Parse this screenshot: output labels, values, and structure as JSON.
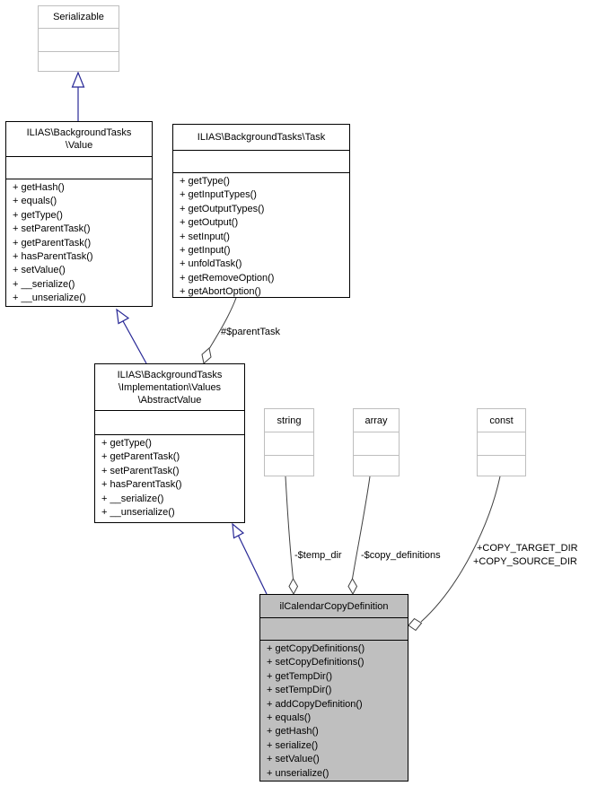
{
  "diagram": {
    "classes": {
      "serializable": {
        "title_lines": [
          "Serializable"
        ],
        "methods": []
      },
      "value": {
        "title_lines": [
          "ILIAS\\BackgroundTasks",
          "\\Value"
        ],
        "methods": [
          "+ getHash()",
          "+ equals()",
          "+ getType()",
          "+ setParentTask()",
          "+ getParentTask()",
          "+ hasParentTask()",
          "+ setValue()",
          "+ __serialize()",
          "+ __unserialize()"
        ]
      },
      "task": {
        "title_lines": [
          "ILIAS\\BackgroundTasks\\Task"
        ],
        "methods": [
          "+ getType()",
          "+ getInputTypes()",
          "+ getOutputTypes()",
          "+ getOutput()",
          "+ setInput()",
          "+ getInput()",
          "+ unfoldTask()",
          "+ getRemoveOption()",
          "+ getAbortOption()"
        ]
      },
      "abstract_value": {
        "title_lines": [
          "ILIAS\\BackgroundTasks",
          "\\Implementation\\Values",
          "\\AbstractValue"
        ],
        "methods": [
          "+ getType()",
          "+ getParentTask()",
          "+ setParentTask()",
          "+ hasParentTask()",
          "+ __serialize()",
          "+ __unserialize()"
        ]
      },
      "string": {
        "title_lines": [
          "string"
        ],
        "methods": []
      },
      "array": {
        "title_lines": [
          "array"
        ],
        "methods": []
      },
      "const": {
        "title_lines": [
          "const"
        ],
        "methods": []
      },
      "il_calendar_copy_definition": {
        "title_lines": [
          "ilCalendarCopyDefinition"
        ],
        "methods": [
          "+ getCopyDefinitions()",
          "+ setCopyDefinitions()",
          "+ getTempDir()",
          "+ setTempDir()",
          "+ addCopyDefinition()",
          "+ equals()",
          "+ getHash()",
          "+ serialize()",
          "+ setValue()",
          "+ unserialize()"
        ]
      }
    },
    "edge_labels": {
      "parent_task": "#$parentTask",
      "temp_dir": "-$temp_dir",
      "copy_definitions": "-$copy_definitions",
      "copy_target_dir": "+COPY_TARGET_DIR",
      "copy_source_dir": "+COPY_SOURCE_DIR"
    },
    "colors": {
      "inheritance_edge": "#282896",
      "association_edge": "#404040",
      "highlight_fill": "#bfbfbf",
      "external_border": "#bebebe",
      "class_border": "#000000"
    }
  }
}
